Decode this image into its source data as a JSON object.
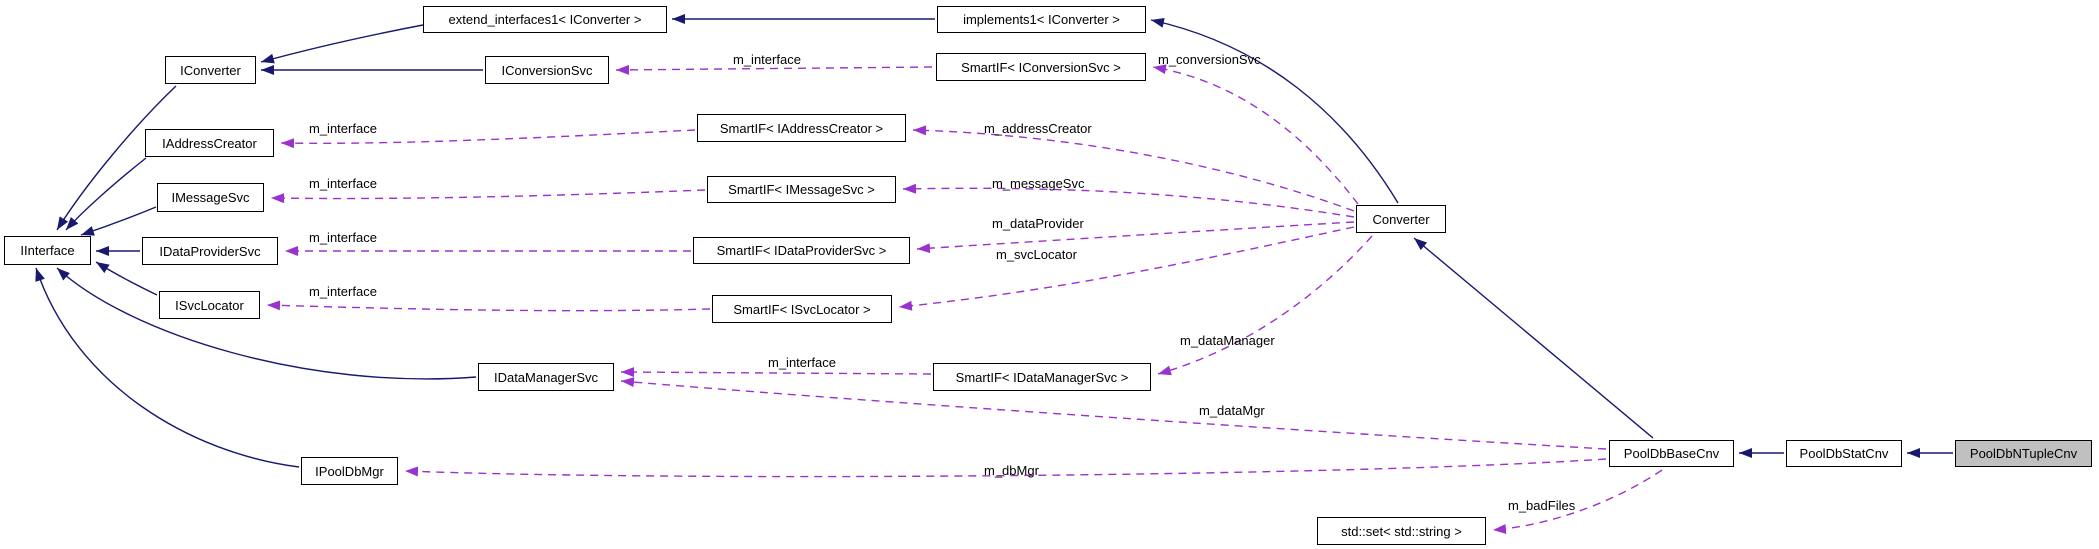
{
  "diagram": {
    "kind": "collaboration-graph",
    "focus_node": "PoolDbNTupleCnv",
    "colors": {
      "background": "#ffffff",
      "inheritance_edge": "#191970",
      "usage_edge": "#9a32cd",
      "node_background": "#ffffff",
      "node_border": "#000000",
      "focus_node_background": "#c0c0c0",
      "text": "#000000"
    },
    "nodes": {
      "extend_interfaces1": {
        "label": "extend_interfaces1< IConverter >"
      },
      "implements1": {
        "label": "implements1< IConverter >"
      },
      "iconverter": {
        "label": "IConverter"
      },
      "iconversionsvc": {
        "label": "IConversionSvc"
      },
      "smartif_iconversionsvc": {
        "label": "SmartIF< IConversionSvc >"
      },
      "iaddresscreator": {
        "label": "IAddressCreator"
      },
      "smartif_iaddresscreator": {
        "label": "SmartIF< IAddressCreator >"
      },
      "imessagesvc": {
        "label": "IMessageSvc"
      },
      "smartif_imessagesvc": {
        "label": "SmartIF< IMessageSvc >"
      },
      "iinterface": {
        "label": "IInterface"
      },
      "idataprovidersvc": {
        "label": "IDataProviderSvc"
      },
      "smartif_idataprovidersvc": {
        "label": "SmartIF< IDataProviderSvc >"
      },
      "isvclocator": {
        "label": "ISvcLocator"
      },
      "smartif_isvclocator": {
        "label": "SmartIF< ISvcLocator >"
      },
      "idatamanagersvc": {
        "label": "IDataManagerSvc"
      },
      "smartif_idatamanagersvc": {
        "label": "SmartIF< IDataManagerSvc >"
      },
      "ipooldbmgr": {
        "label": "IPoolDbMgr"
      },
      "converter": {
        "label": "Converter"
      },
      "pooldbbasecnv": {
        "label": "PoolDbBaseCnv"
      },
      "pooldbstatcnv": {
        "label": "PoolDbStatCnv"
      },
      "pooldbntuplecnv": {
        "label": "PoolDbNTupleCnv"
      },
      "stdset": {
        "label": "std::set< std::string >"
      }
    },
    "edge_labels": {
      "iface_conversion": "m_interface",
      "conversion_svc": "m_conversionSvc",
      "iface_address": "m_interface",
      "address_creator": "m_addressCreator",
      "iface_message": "m_interface",
      "message_svc": "m_messageSvc",
      "iface_dataprovider": "m_interface",
      "data_provider": "m_dataProvider",
      "iface_svclocator": "m_interface",
      "svc_locator": "m_svcLocator",
      "iface_datamanager": "m_interface",
      "data_manager": "m_dataManager",
      "data_mgr": "m_dataMgr",
      "db_mgr": "m_dbMgr",
      "bad_files": "m_badFiles"
    },
    "edges": [
      {
        "from": "implements1< IConverter >",
        "to": "extend_interfaces1< IConverter >",
        "type": "inheritance"
      },
      {
        "from": "extend_interfaces1< IConverter >",
        "to": "IConverter",
        "type": "inheritance"
      },
      {
        "from": "IConversionSvc",
        "to": "IConverter",
        "type": "inheritance"
      },
      {
        "from": "IConverter",
        "to": "IInterface",
        "type": "inheritance"
      },
      {
        "from": "IAddressCreator",
        "to": "IInterface",
        "type": "inheritance"
      },
      {
        "from": "IMessageSvc",
        "to": "IInterface",
        "type": "inheritance"
      },
      {
        "from": "IDataProviderSvc",
        "to": "IInterface",
        "type": "inheritance"
      },
      {
        "from": "ISvcLocator",
        "to": "IInterface",
        "type": "inheritance"
      },
      {
        "from": "IDataManagerSvc",
        "to": "IInterface",
        "type": "inheritance"
      },
      {
        "from": "IPoolDbMgr",
        "to": "IInterface",
        "type": "inheritance"
      },
      {
        "from": "Converter",
        "to": "implements1< IConverter >",
        "type": "inheritance"
      },
      {
        "from": "PoolDbBaseCnv",
        "to": "Converter",
        "type": "inheritance"
      },
      {
        "from": "PoolDbStatCnv",
        "to": "PoolDbBaseCnv",
        "type": "inheritance"
      },
      {
        "from": "PoolDbNTupleCnv",
        "to": "PoolDbStatCnv",
        "type": "inheritance"
      },
      {
        "from": "SmartIF< IConversionSvc >",
        "to": "IConversionSvc",
        "label": "m_interface",
        "type": "usage"
      },
      {
        "from": "SmartIF< IAddressCreator >",
        "to": "IAddressCreator",
        "label": "m_interface",
        "type": "usage"
      },
      {
        "from": "SmartIF< IMessageSvc >",
        "to": "IMessageSvc",
        "label": "m_interface",
        "type": "usage"
      },
      {
        "from": "SmartIF< IDataProviderSvc >",
        "to": "IDataProviderSvc",
        "label": "m_interface",
        "type": "usage"
      },
      {
        "from": "SmartIF< ISvcLocator >",
        "to": "ISvcLocator",
        "label": "m_interface",
        "type": "usage"
      },
      {
        "from": "SmartIF< IDataManagerSvc >",
        "to": "IDataManagerSvc",
        "label": "m_interface",
        "type": "usage"
      },
      {
        "from": "Converter",
        "to": "SmartIF< IConversionSvc >",
        "label": "m_conversionSvc",
        "type": "usage"
      },
      {
        "from": "Converter",
        "to": "SmartIF< IAddressCreator >",
        "label": "m_addressCreator",
        "type": "usage"
      },
      {
        "from": "Converter",
        "to": "SmartIF< IMessageSvc >",
        "label": "m_messageSvc",
        "type": "usage"
      },
      {
        "from": "Converter",
        "to": "SmartIF< IDataProviderSvc >",
        "label": "m_dataProvider",
        "type": "usage"
      },
      {
        "from": "Converter",
        "to": "SmartIF< ISvcLocator >",
        "label": "m_svcLocator",
        "type": "usage"
      },
      {
        "from": "Converter",
        "to": "SmartIF< IDataManagerSvc >",
        "label": "m_dataManager",
        "type": "usage"
      },
      {
        "from": "PoolDbBaseCnv",
        "to": "IDataManagerSvc",
        "label": "m_dataMgr",
        "type": "usage"
      },
      {
        "from": "PoolDbBaseCnv",
        "to": "IPoolDbMgr",
        "label": "m_dbMgr",
        "type": "usage"
      },
      {
        "from": "PoolDbBaseCnv",
        "to": "std::set< std::string >",
        "label": "m_badFiles",
        "type": "usage"
      }
    ]
  }
}
